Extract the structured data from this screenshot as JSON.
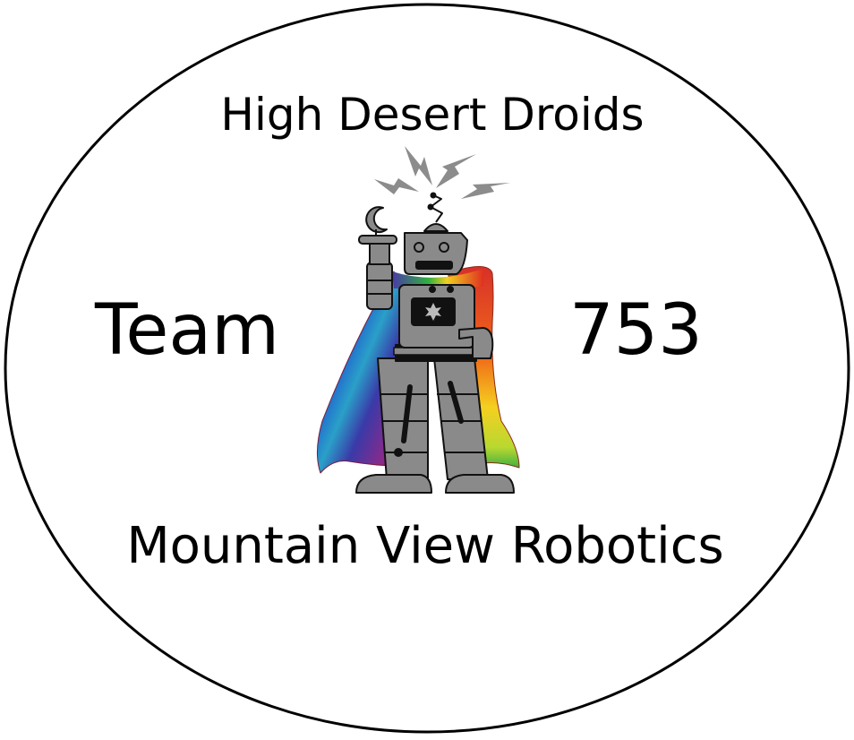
{
  "logo": {
    "top_text": "High Desert Droids",
    "left_text": "Team",
    "right_text": "753",
    "bottom_text": "Mountain View Robotics",
    "icon": "robot-with-tie-dye-cape",
    "colors": {
      "robot": "#8a8a8a",
      "outline": "#111111",
      "bolts": "#8c8c8c"
    }
  }
}
